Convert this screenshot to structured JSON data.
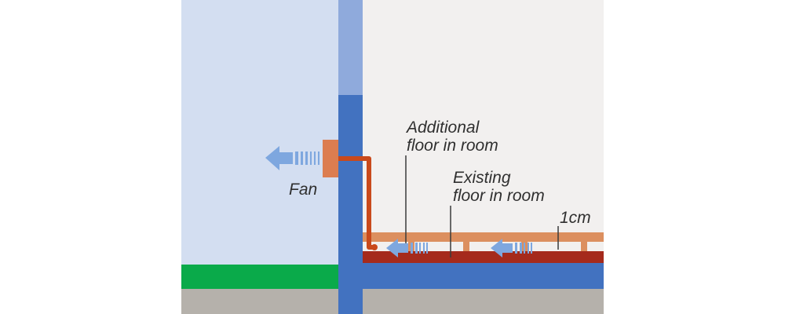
{
  "labels": {
    "fan": "Fan",
    "additional_floor": [
      "Additional",
      "floor in room"
    ],
    "existing_floor": [
      "Existing",
      "floor in room"
    ],
    "gap": "1cm"
  },
  "colors": {
    "outside_wall_bg": "#d3def1",
    "room_bg": "#f2f0ef",
    "wall_lower": "#4272c0",
    "wall_upper": "#8faadc",
    "ground": "#b5b1ab",
    "grass": "#0aaa4a",
    "existing_floor": "#a52a1c",
    "additional_floor": "#dc8f5f",
    "fan": "#dc7d50",
    "duct": "#c9491b",
    "airflow_arrow": "#7ea7df",
    "label_text": "#2f2f2f",
    "leader_line": "#3a3a3a"
  }
}
